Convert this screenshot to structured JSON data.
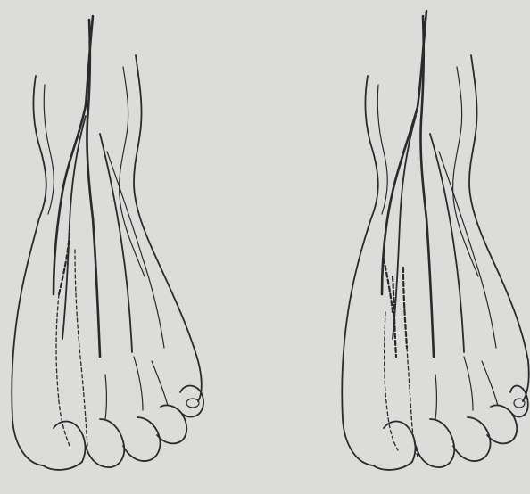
{
  "figure": {
    "background_color": "#dcdcdb",
    "ink_color": "#2a2a2a",
    "panels": [
      {
        "id": "left",
        "depicts": "foot-dorsal-view-with-dashed-incision"
      },
      {
        "id": "right",
        "depicts": "foot-dorsal-view-with-dashed-incision-and-graft"
      }
    ]
  }
}
